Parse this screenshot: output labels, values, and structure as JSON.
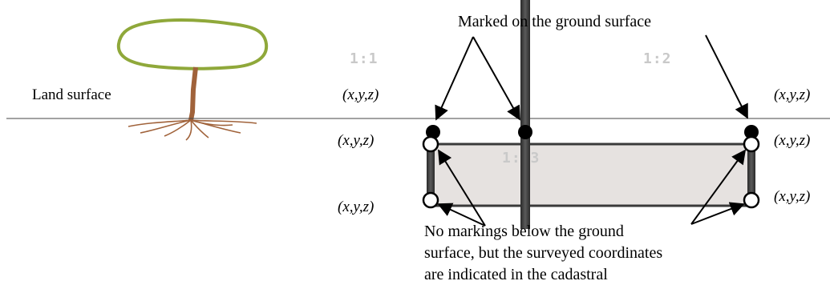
{
  "diagram": {
    "land_surface_label": "Land surface",
    "top_annotation": "Marked on the ground surface",
    "parcel_labels": {
      "left": "1:1",
      "right": "1:2",
      "underground": "1:13"
    },
    "coordinate_label": "(x,y,z)",
    "bottom_annotation": {
      "line1": "No markings below the ground",
      "line2": "surface, but the surveyed coordinates",
      "line3": "are indicated in the cadastral"
    },
    "colors": {
      "ground_line": "#444444",
      "boundary_post": "#3a3a3a",
      "underground_fill": "#e6e2e0",
      "tree_crown": "#8fa83a",
      "tree_trunk": "#a0623a"
    }
  }
}
